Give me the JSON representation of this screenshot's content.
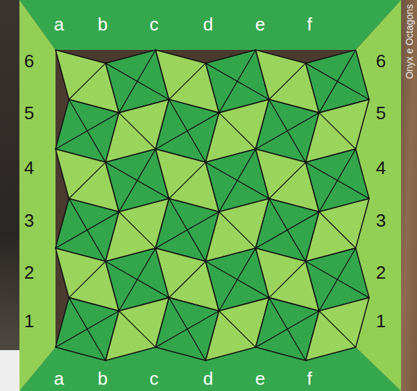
{
  "diagram": {
    "labels": [
      "a",
      "b",
      "c",
      "d",
      "e",
      "f",
      "6",
      "5",
      "4",
      "3",
      "2",
      "1",
      "6",
      "5",
      "4",
      "3",
      "2",
      "1",
      "a",
      "b",
      "c",
      "d",
      "e",
      "f",
      "Onyx e Octagons"
    ]
  }
}
